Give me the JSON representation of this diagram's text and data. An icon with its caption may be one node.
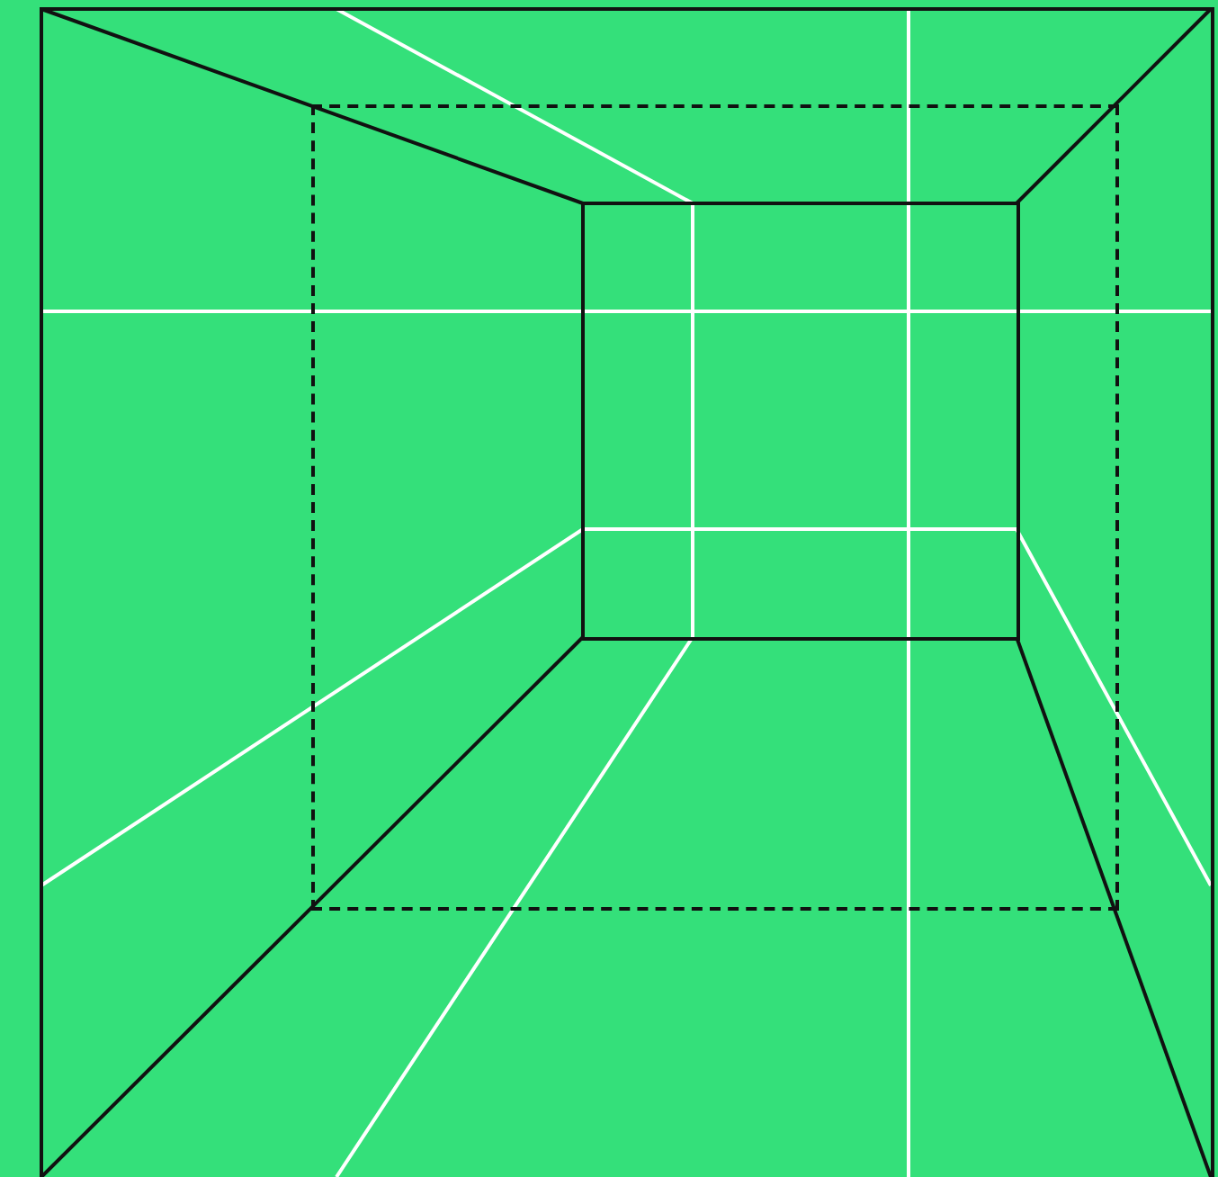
{
  "diagram": {
    "nodes": [
      {
        "text": [],
        "shape": "box"
      },
      {
        "text": [],
        "shape": "box",
        "in": 0
      },
      {
        "text": [],
        "shape": "box",
        "in": 1
      }
    ]
  }
}
